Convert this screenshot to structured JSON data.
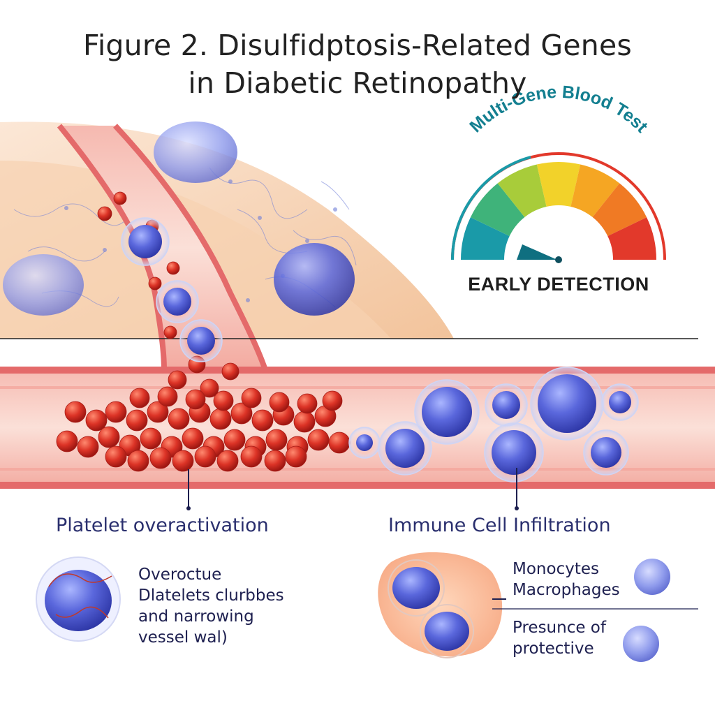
{
  "figure": {
    "title_line1": "Figure 2. Disulfidptosis-Related Genes",
    "title_line2": "in Diabetic Retinopathy"
  },
  "gauge": {
    "arc_label": "Multi-Gene Blood Test",
    "caption": "EARLY DETECTION",
    "segment_colors": [
      "#1a9aa8",
      "#3fb37a",
      "#a8cc3a",
      "#f2d22a",
      "#f5a623",
      "#f07a24",
      "#e2392b"
    ],
    "needle_level": 0.18
  },
  "panels": {
    "left": {
      "heading": "Platelet overactivation",
      "lines": [
        "Overoctue",
        "Dlatelets clurbbes",
        "and narrowing",
        "vessel wal)"
      ]
    },
    "right": {
      "heading": "Immune Cell Infiltration",
      "group1": [
        "Monocytes",
        "Macrophages"
      ],
      "group2": [
        "Presunce of",
        "protective"
      ]
    }
  },
  "colors": {
    "vessel_wall": "#e46a6a",
    "red_cell": "#d8302a",
    "immune_cell": "#5566d8",
    "tissue": "#f3c79e"
  }
}
